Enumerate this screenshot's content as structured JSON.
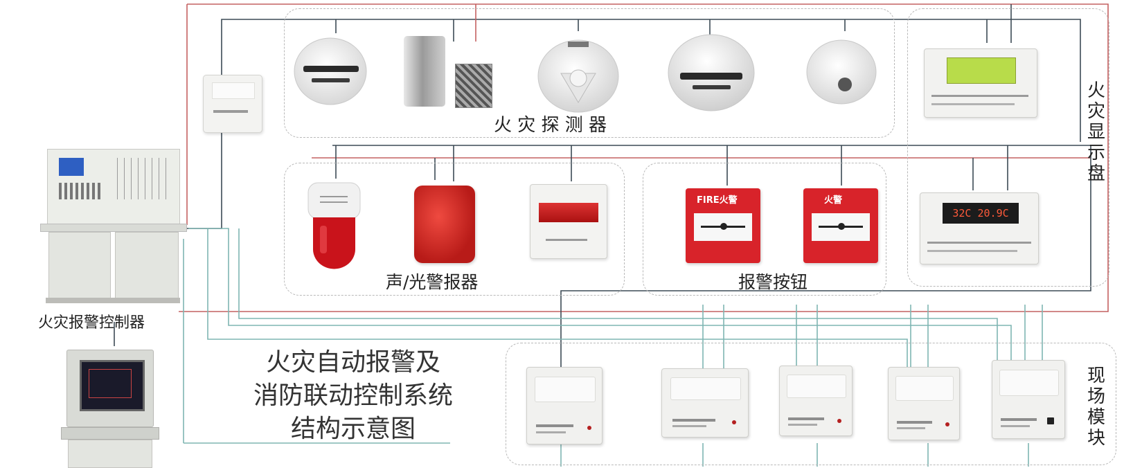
{
  "title_lines": [
    "火灾自动报警及",
    "消防联动控制系统",
    "结构示意图"
  ],
  "labels": {
    "detector": "火 灾 探 测 器",
    "sound_light": "声/光警报器",
    "alarm_button": "报警按钮",
    "display_panel": "火灾显示盘",
    "field_module": "现场模块",
    "controller": "火灾报警控制器"
  },
  "panel2_readout": "32C 20.9C",
  "button_labels": [
    "FIRE火警",
    "火警"
  ],
  "colors": {
    "wire_red": "#c46060",
    "wire_dark": "#3c4a55",
    "wire_teal": "#7fb5b2",
    "dashed": "#b8b8b8",
    "alarm_red": "#d8232a",
    "lcd_green": "#b8dc4a"
  }
}
